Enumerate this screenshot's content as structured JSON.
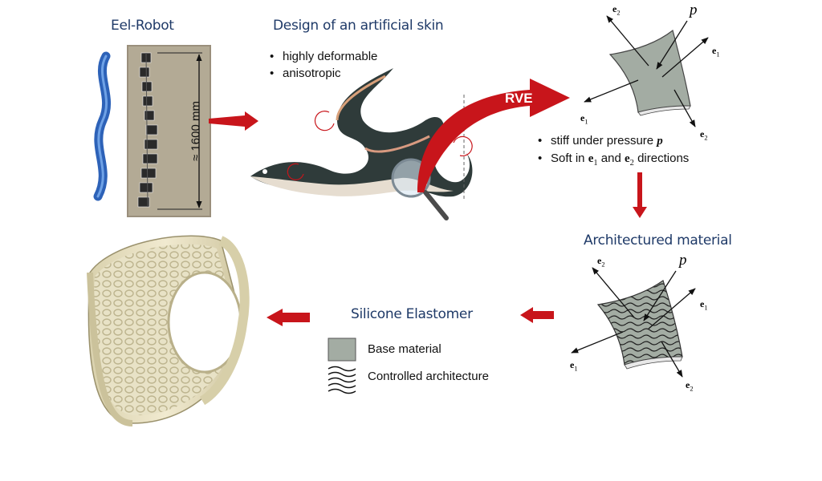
{
  "eel_robot": {
    "title": "Eel-Robot",
    "dimension": "≈ 1600 mm"
  },
  "design": {
    "title": "Design of an artificial skin",
    "bullets": [
      "highly deformable",
      "anisotropic"
    ]
  },
  "rve": {
    "label": "RVE",
    "axis_p": "p",
    "axis_e1": "e1",
    "axis_e2": "e2",
    "bullet1_text": "stiff under pressure",
    "bullet1_symbol": "p",
    "bullet2_prefix": "Soft in",
    "bullet2_e1": "e1",
    "bullet2_and": "and",
    "bullet2_e2": "e2",
    "bullet2_suffix": "directions"
  },
  "architectured": {
    "title": "Architectured material"
  },
  "silicone": {
    "title": "Silicone Elastomer",
    "legend": [
      "Base material",
      "Controlled architecture"
    ]
  },
  "colors": {
    "title": "#1f3a68",
    "arrow": "#c8151b",
    "base_material": "#a3aca3",
    "eel_blue": "#3a73c6"
  }
}
